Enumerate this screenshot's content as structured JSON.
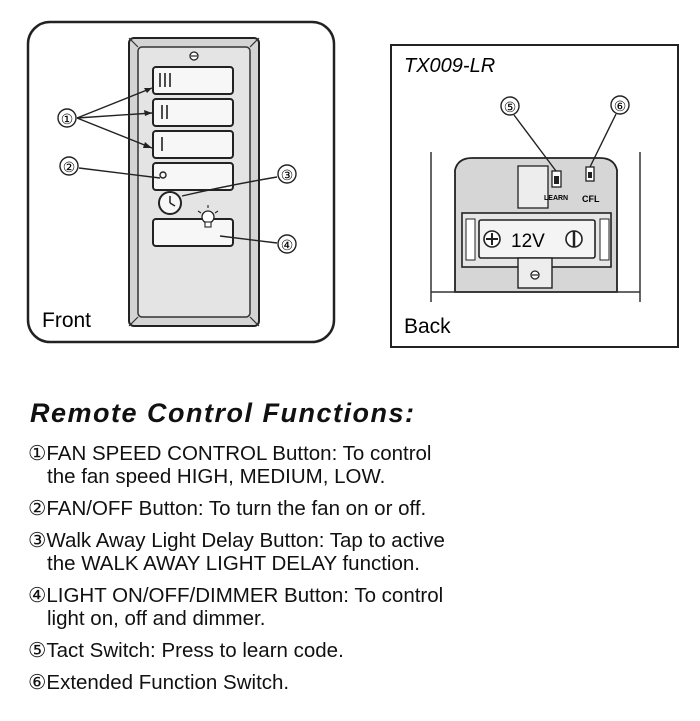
{
  "front": {
    "label": "Front",
    "callouts": [
      "①",
      "②",
      "③",
      "④"
    ]
  },
  "back": {
    "model": "TX009-LR",
    "label": "Back",
    "voltage": "12V",
    "learn_label": "LEARN",
    "cfl_label": "CFL",
    "callouts": [
      "⑤",
      "⑥"
    ]
  },
  "heading": "Remote Control Functions:",
  "functions": [
    {
      "num": "①",
      "line1": "FAN SPEED CONTROL Button: To control",
      "line2": "the fan speed HIGH, MEDIUM, LOW."
    },
    {
      "num": "②",
      "line1": "FAN/OFF Button: To turn the fan on or off.",
      "line2": ""
    },
    {
      "num": "③",
      "line1": "Walk Away Light Delay Button: Tap to active",
      "line2": "the WALK AWAY LIGHT DELAY function."
    },
    {
      "num": "④",
      "line1": "LIGHT ON/OFF/DIMMER Button: To control",
      "line2": "light on, off and dimmer."
    },
    {
      "num": "⑤",
      "line1": "Tact Switch: Press to learn code.",
      "line2": ""
    },
    {
      "num": "⑥",
      "line1": "Extended Function Switch.",
      "line2": ""
    }
  ]
}
